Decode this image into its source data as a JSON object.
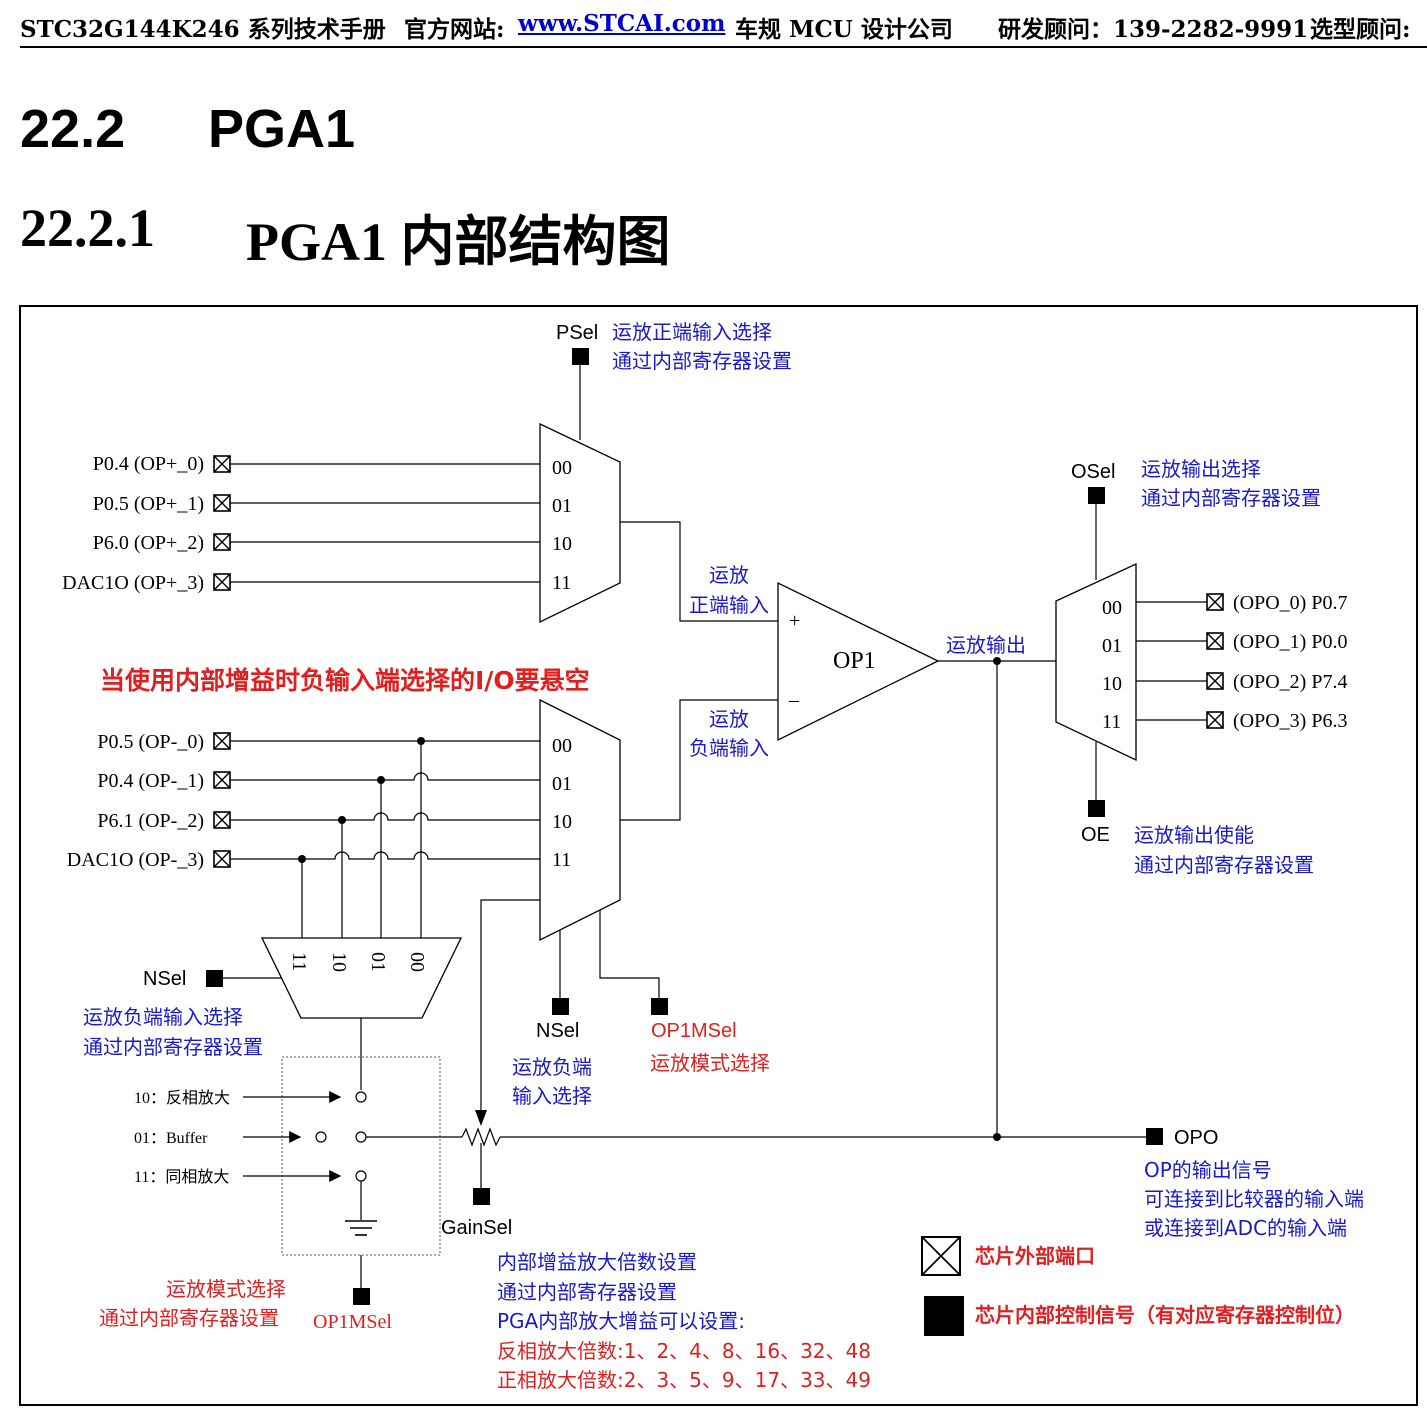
{
  "header": {
    "manual": "STC32G144K246 系列技术手册",
    "site_label": "官方网站:",
    "site_url": "www.STCAI.com",
    "company": "车规 MCU 设计公司",
    "rd_contact": "研发顾问：139-2282-9991",
    "sel_contact": "选型顾问:"
  },
  "heading2": {
    "number": "22.2",
    "title": "PGA1"
  },
  "heading3": {
    "number": "22.2.1",
    "title": "PGA1 内部结构图"
  },
  "diagram": {
    "psel": {
      "name": "PSel",
      "desc1": "运放正端输入选择",
      "desc2": "通过内部寄存器设置"
    },
    "pos_inputs": [
      "P0.4 (OP+_0)",
      "P0.5 (OP+_1)",
      "P6.0 (OP+_2)",
      "DAC1O (OP+_3)"
    ],
    "mux_codes": [
      "00",
      "01",
      "10",
      "11"
    ],
    "pos_in_label": [
      "运放",
      "正端输入"
    ],
    "neg_in_label": [
      "运放",
      "负端输入"
    ],
    "op": {
      "name": "OP1",
      "plus": "+",
      "minus": "–"
    },
    "out_label": "运放输出",
    "osel": {
      "name": "OSel",
      "desc1": "运放输出选择",
      "desc2": "通过内部寄存器设置"
    },
    "outputs": [
      "(OPO_0) P0.7",
      "(OPO_1) P0.0",
      "(OPO_2) P7.4",
      "(OPO_3) P6.3"
    ],
    "oe": {
      "name": "OE",
      "desc1": "运放输出使能",
      "desc2": "通过内部寄存器设置"
    },
    "warning": "当使用内部增益时负输入端选择的I/O要悬空",
    "neg_inputs": [
      "P0.5 (OP-_0)",
      "P0.4 (OP-_1)",
      "P6.1 (OP-_2)",
      "DAC1O (OP-_3)"
    ],
    "nsel_left": {
      "name": "NSel",
      "desc1": "运放负端输入选择",
      "desc2": "通过内部寄存器设置"
    },
    "nsel_mid": {
      "name": "NSel",
      "desc1": "运放负端",
      "desc2": "输入选择"
    },
    "op1msel_top": {
      "name": "OP1MSel",
      "desc": "运放模式选择"
    },
    "modes": [
      "10：反相放大",
      "01：Buffer",
      "11：同相放大"
    ],
    "mode_select": {
      "desc1": "运放模式选择",
      "desc2": "通过内部寄存器设置",
      "name": "OP1MSel"
    },
    "gainsel": {
      "name": "GainSel",
      "desc1": "内部增益放大倍数设置",
      "desc2": "通过内部寄存器设置",
      "desc3": "PGA内部放大增益可以设置:",
      "inverting": "反相放大倍数:1、2、4、8、16、32、48",
      "noninverting": "正相放大倍数:2、3、5、9、17、33、49"
    },
    "opo": {
      "name": "OPO",
      "desc1": "OP的输出信号",
      "desc2": "可连接到比较器的输入端",
      "desc3": "或连接到ADC的输入端"
    },
    "legend": {
      "external": "芯片外部端口",
      "internal": "芯片内部控制信号（有对应寄存器控制位）"
    }
  }
}
